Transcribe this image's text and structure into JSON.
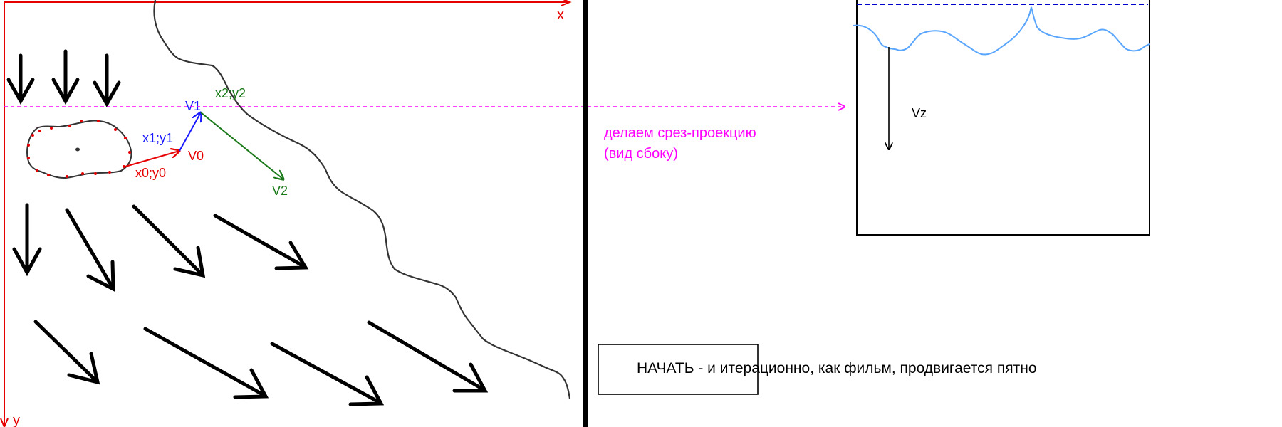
{
  "axes": {
    "x_label": "x",
    "y_label": "y"
  },
  "points": {
    "p0_label": "x0;y0",
    "p1_label": "x1;y1",
    "p2_label": "x2;y2"
  },
  "vectors": {
    "v0_label": "V0",
    "v1_label": "V1",
    "v2_label": "V2",
    "vz_label": "Vz"
  },
  "projection": {
    "caption_line1": "делаем срез-проекцию",
    "caption_line2": "(вид сбоку)"
  },
  "start_button": {
    "label": "НАЧАТЬ - и итерационно, как фильм, продвигается пятно"
  },
  "colors": {
    "axis": "#e60000",
    "v0": "#e60000",
    "v1": "#1a1aff",
    "v2": "#1a7a1a",
    "projection_line": "#ff00ff",
    "surface_profile": "#5aa6ff",
    "water_level": "#0000cc",
    "divider": "#000000"
  }
}
